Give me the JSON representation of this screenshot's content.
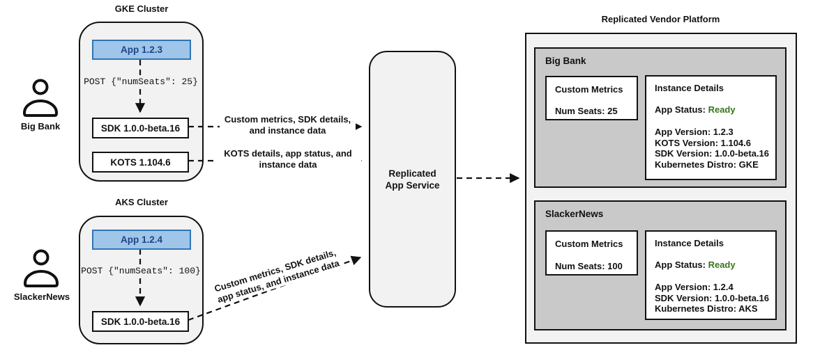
{
  "users": [
    {
      "name": "Big Bank"
    },
    {
      "name": "SlackerNews"
    }
  ],
  "clusters": [
    {
      "title": "GKE Cluster",
      "app": "App 1.2.3",
      "post": "POST {\"numSeats\": 25}",
      "sdk": "SDK 1.0.0-beta.16",
      "kots": "KOTS 1.104.6"
    },
    {
      "title": "AKS Cluster",
      "app": "App 1.2.4",
      "post": "POST {\"numSeats\": 100}",
      "sdk": "SDK 1.0.0-beta.16"
    }
  ],
  "arrows": [
    {
      "label": "Custom metrics, SDK details, and instance data"
    },
    {
      "label": "KOTS details, app status, and instance data"
    },
    {
      "label": "Custom metrics, SDK details, app status, and instance data"
    }
  ],
  "app_service": {
    "label": "Replicated\nApp Service"
  },
  "platform": {
    "title": "Replicated Vendor Platform",
    "panels": [
      {
        "name": "Big Bank",
        "custom_metrics": {
          "title": "Custom Metrics",
          "num_seats": "Num Seats: 25"
        },
        "instance_details": {
          "title": "Instance Details",
          "app_status_label": "App Status:",
          "app_status_value": "Ready",
          "lines": [
            "App Version: 1.2.3",
            "KOTS Version: 1.104.6",
            "SDK Version: 1.0.0-beta.16",
            "Kubernetes Distro: GKE"
          ]
        }
      },
      {
        "name": "SlackerNews",
        "custom_metrics": {
          "title": "Custom Metrics",
          "num_seats": "Num Seats: 100"
        },
        "instance_details": {
          "title": "Instance Details",
          "app_status_label": "App Status:",
          "app_status_value": "Ready",
          "lines": [
            "App Version: 1.2.4",
            "SDK Version: 1.0.0-beta.16",
            "Kubernetes Distro: AKS"
          ]
        }
      }
    ]
  },
  "colors": {
    "app_fill": "#9fc5e8",
    "app_border": "#2e75b6",
    "app_text": "#1c4587",
    "status_ready_green": "#38761d",
    "panel_gray": "#c9c9c9",
    "cluster_gray": "#f2f2f2"
  }
}
